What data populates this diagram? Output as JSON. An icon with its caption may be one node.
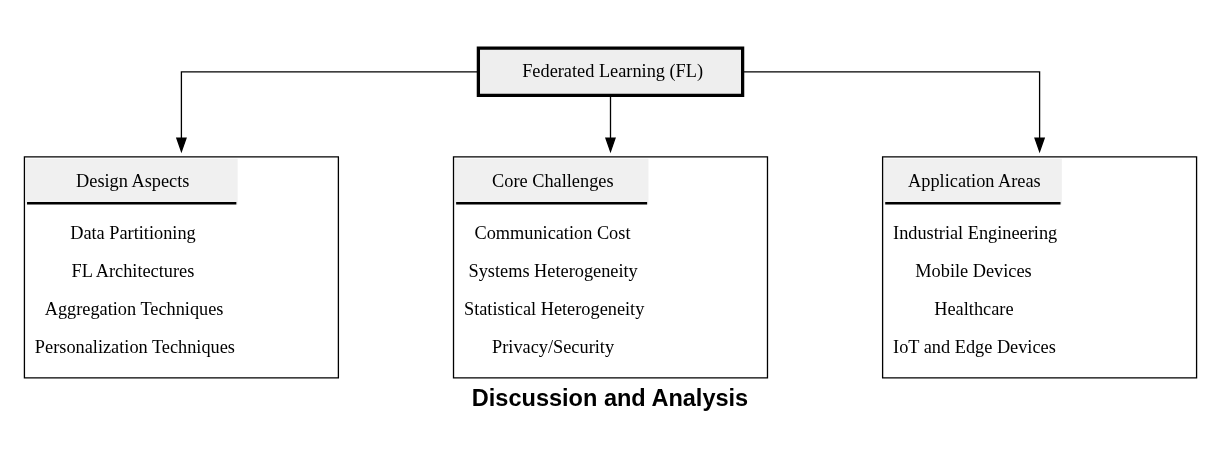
{
  "diagram": {
    "caption": "Discussion and Analysis",
    "nodes": [
      {
        "text": [
          "Federated Learning (FL)"
        ]
      },
      {
        "text": [
          "Design Aspects",
          "Data Partitioning",
          "FL Architectures",
          "Aggregation Techniques",
          "Personalization Techniques"
        ]
      },
      {
        "text": [
          "Core Challenges",
          "Communication Cost",
          "Systems Heterogeneity",
          "Statistical Heterogeneity",
          "Privacy/Security"
        ]
      },
      {
        "text": [
          "Application Areas",
          "Industrial Engineering",
          "Mobile Devices",
          "Healthcare",
          "IoT and Edge Devices"
        ]
      }
    ],
    "edges": [
      {
        "from": 0,
        "to": 1,
        "arrow": "to"
      },
      {
        "from": 0,
        "to": 2,
        "arrow": "to"
      },
      {
        "from": 0,
        "to": 3,
        "arrow": "to"
      }
    ]
  }
}
